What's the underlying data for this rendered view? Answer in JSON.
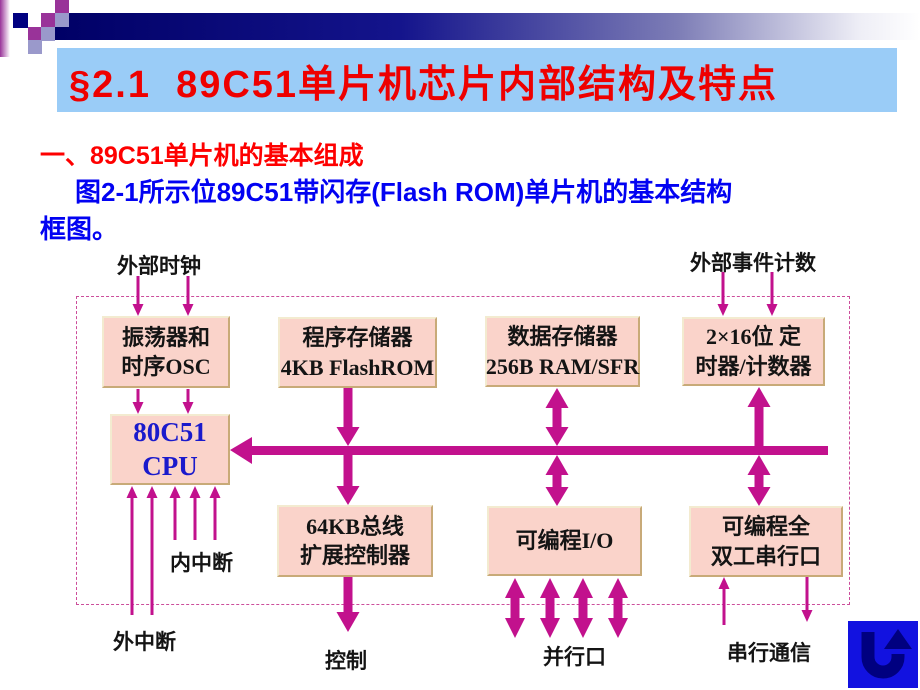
{
  "header": {
    "title": "§2.1  89C51单片机芯片内部结构及特点"
  },
  "intro": {
    "heading": "一、89C51单片机的基本组成",
    "body_line1": "图2-1所示位89C51带闪存(Flash ROM)单片机的基本结构",
    "body_line2": "框图。"
  },
  "diagram": {
    "labels": {
      "ext_clock": "外部时钟",
      "ext_event_count": "外部事件计数",
      "internal_interrupt": "内中断",
      "external_interrupt": "外中断",
      "control": "控制",
      "parallel_port": "并行口",
      "serial_comm": "串行通信"
    },
    "boxes": {
      "osc": {
        "line1": "振荡器和",
        "line2": "时序OSC"
      },
      "prog_mem": {
        "line1": "程序存储器",
        "line2": "4KB FlashROM"
      },
      "data_mem": {
        "line1": "数据存储器",
        "line2": "256B RAM/SFR"
      },
      "timer": {
        "line1": "2×16位 定",
        "line2": "时器/计数器"
      },
      "cpu": {
        "line1": "80C51",
        "line2": "CPU"
      },
      "bus_ctrl": {
        "line1": "64KB总线",
        "line2": "扩展控制器"
      },
      "prog_io": {
        "line1": "可编程I/O"
      },
      "serial_port": {
        "line1": "可编程全",
        "line2": "双工串行口"
      }
    }
  },
  "nav": {
    "return_icon": "u-turn-arrow"
  },
  "colors": {
    "arrow": "#c2118d",
    "dashed_border": "#cc4e9b",
    "box_fill": "#fad3ca",
    "box_border_light": "#f3ebd0",
    "box_border_dark": "#c8aa78",
    "title_bg": "#9accf7",
    "title_text": "#ee0000",
    "heading_red": "#fe0000",
    "body_blue": "#0202f2",
    "cpu_text": "#1a1acc",
    "nav_button_bg": "#1212e0",
    "nav_arrow": "#000080",
    "deco_navy": "#000080",
    "deco_purple": "#993399",
    "deco_periwinkle": "#9a99cb"
  }
}
